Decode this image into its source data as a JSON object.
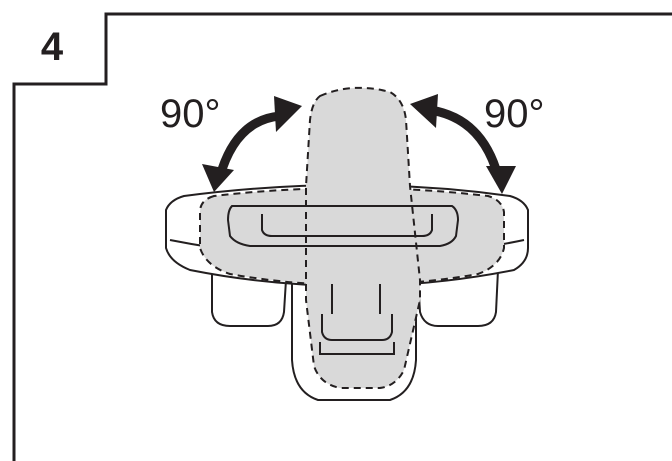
{
  "step": {
    "number": "4"
  },
  "rotation": {
    "left_label": "90°",
    "right_label": "90°"
  },
  "colors": {
    "line": "#231f20",
    "fill": "#d9d9d9",
    "background": "#ffffff"
  }
}
